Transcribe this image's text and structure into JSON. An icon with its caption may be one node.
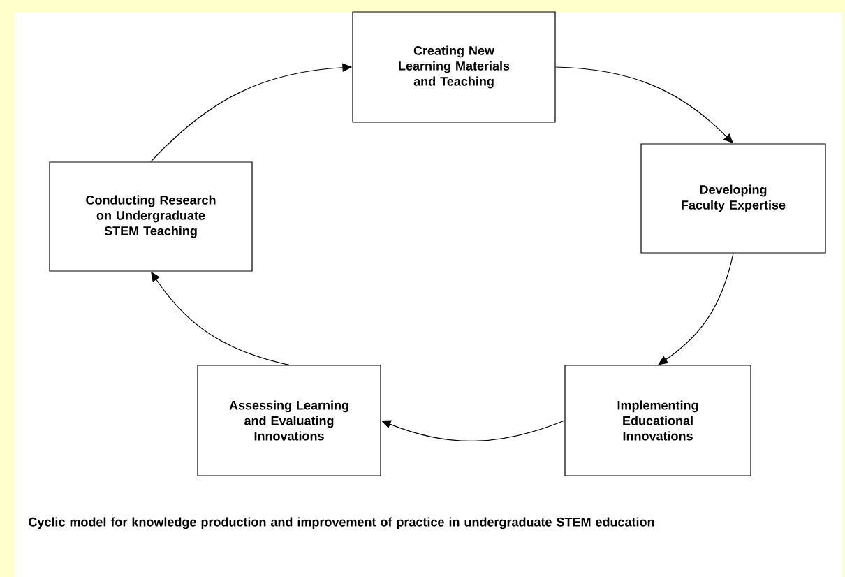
{
  "diagram": {
    "nodes": [
      {
        "text": [
          "Creating New Learning Materials and Teaching"
        ]
      },
      {
        "text": [
          "Developing Faculty Expertise"
        ]
      },
      {
        "text": [
          "Implementing Educational Innovations"
        ]
      },
      {
        "text": [
          "Assessing Learning and Evaluating Innovations"
        ]
      },
      {
        "text": [
          "Conducting Research on Undergraduate STEM Teaching"
        ]
      }
    ],
    "edges": [
      {
        "from": 0,
        "to": 1,
        "arrow": "to"
      },
      {
        "from": 1,
        "to": 2,
        "arrow": "to"
      },
      {
        "from": 2,
        "to": 3,
        "arrow": "to"
      },
      {
        "from": 3,
        "to": 4,
        "arrow": "to"
      },
      {
        "from": 4,
        "to": 0,
        "arrow": "to"
      }
    ],
    "caption": "Cyclic model for knowledge production and improvement of practice in undergraduate STEM education"
  }
}
